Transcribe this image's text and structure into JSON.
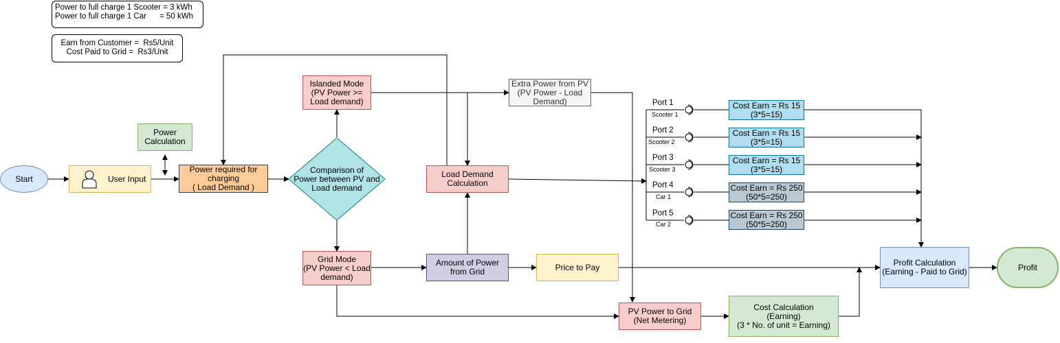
{
  "notes": {
    "power_full_charge": {
      "line1": "Power to full charge 1 Scooter = 3 kWh",
      "line2": "Power to full charge 1 Car      = 50 kWh"
    },
    "earn_cost": {
      "line1": "Earn from Customer =  Rs5/Unit",
      "line2": "Cost Paid to Grid =  Rs3/Unit"
    }
  },
  "nodes": {
    "start": "Start",
    "user_input": "User Input",
    "power_calculation": [
      "Power",
      "Calculation"
    ],
    "power_required": [
      "Power required for",
      "charging",
      "( Load Demand )"
    ],
    "comparison": [
      "Comparison of",
      "Power between PV and",
      "Load demand"
    ],
    "islanded_mode": [
      "Islanded Mode",
      "(PV Power >=",
      "Load demand)"
    ],
    "grid_mode": [
      "Grid Mode",
      "(PV Power < Load",
      "demand)"
    ],
    "load_demand_calc": [
      "Load Demand",
      "Calculation"
    ],
    "amount_from_grid": [
      "Amount of Power",
      "from Grid"
    ],
    "price_to_pay": "Price to Pay",
    "extra_power_pv": [
      "Extra Power from PV",
      "(PV Power - Load",
      "Demand)"
    ],
    "pv_to_grid": [
      "PV Power to Grid",
      "(Net Metering)"
    ],
    "cost_calculation": [
      "Cost Calculation",
      "(Earning)",
      "(3 * No. of unit = Earning)"
    ],
    "profit_calculation": [
      "Profit Calculation",
      "(Earning - Paid to Grid)"
    ],
    "profit": "Profit"
  },
  "ports": [
    {
      "label": "Port 1",
      "sub": "Scooter 1",
      "earn": "Cost Earn = Rs 15",
      "formula": "(3*5=15)"
    },
    {
      "label": "Port 2",
      "sub": "Scooter 2",
      "earn": "Cost Earn = Rs 15",
      "formula": "(3*5=15)"
    },
    {
      "label": "Port 3",
      "sub": "Scooter 3",
      "earn": "Cost Earn = Rs 15",
      "formula": "(3*5=15)"
    },
    {
      "label": "Port 4",
      "sub": "Car 1",
      "earn": "Cost Earn = Rs 250",
      "formula": "(50*5=250)"
    },
    {
      "label": "Port 5",
      "sub": "Car 2",
      "earn": "Cost Earn = Rs 250",
      "formula": "(50*5=250)"
    }
  ],
  "colors": {
    "islanded": "#f8cecc",
    "calculation": "#d5e8d4",
    "input": "#fff2cc",
    "load_demand": "#ffcc99",
    "decision": "#b0e3e6",
    "grid_power": "#d0cee2",
    "scooter_earn": "#b1ddf0",
    "car_earn": "#bac8d3",
    "profit_calc": "#dae8fc",
    "start": "#dae8fc"
  },
  "icons": {
    "user_input": "user-icon",
    "port": "socket-icon"
  }
}
